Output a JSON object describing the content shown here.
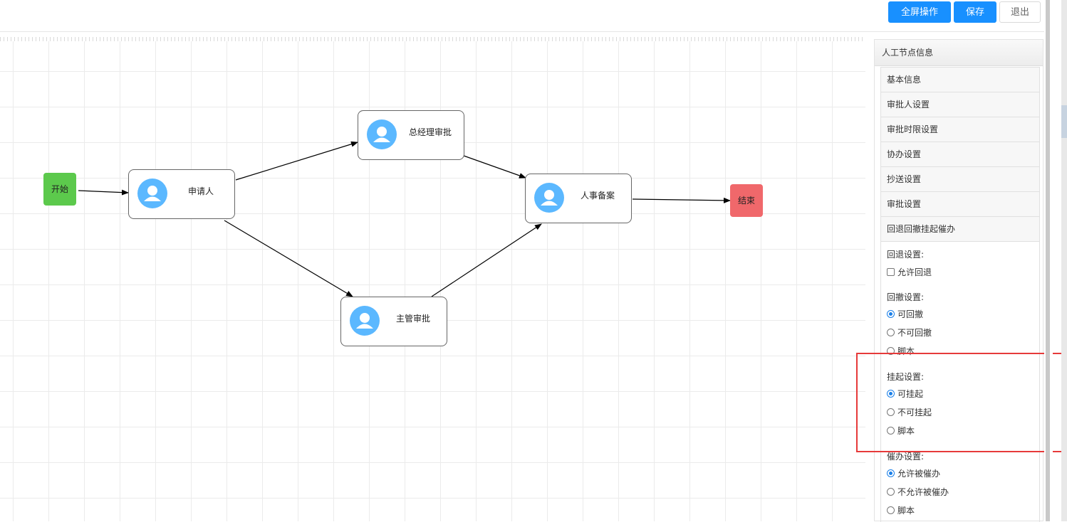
{
  "toolbar": {
    "fullscreen_label": "全屏操作",
    "save_label": "保存",
    "exit_label": "退出"
  },
  "flow": {
    "start_label": "开始",
    "end_label": "结束",
    "nodes": {
      "applicant": "申请人",
      "gm_approval": "总经理审批",
      "hr_filing": "人事备案",
      "supervisor_approval": "主管审批"
    }
  },
  "panel": {
    "title": "人工节点信息",
    "sections": [
      "基本信息",
      "审批人设置",
      "审批时限设置",
      "协办设置",
      "抄送设置",
      "审批设置",
      "回退回撤挂起催办"
    ],
    "rollback": {
      "label": "回退设置:",
      "option": "允许回退",
      "checked": false
    },
    "withdraw": {
      "label": "回撤设置:",
      "options": [
        "可回撤",
        "不可回撤",
        "脚本"
      ],
      "selected": "可回撤"
    },
    "suspend": {
      "label": "挂起设置:",
      "options": [
        "可挂起",
        "不可挂起",
        "脚本"
      ],
      "selected": "可挂起"
    },
    "urge": {
      "label": "催办设置:",
      "options": [
        "允许被催办",
        "不允许被催办",
        "脚本"
      ],
      "selected": "允许被催办"
    }
  },
  "colors": {
    "primary_button": "#1890ff",
    "start_node": "#5cc94c",
    "end_node": "#f0686b",
    "avatar": "#5bb8ff",
    "highlight_box": "#e63a3a"
  }
}
